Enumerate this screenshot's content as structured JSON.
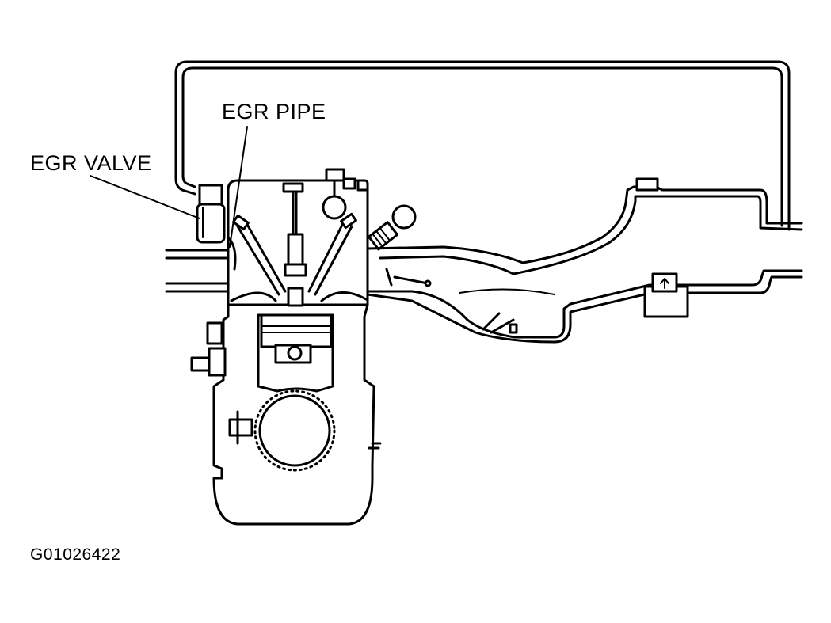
{
  "labels": {
    "egr_pipe": "EGR PIPE",
    "egr_valve": "EGR VALVE"
  },
  "figure_code": "G01026422",
  "colors": {
    "line": "#000000",
    "background": "#ffffff"
  },
  "icons": {
    "sensor_arrow": "up-arrow-icon"
  }
}
